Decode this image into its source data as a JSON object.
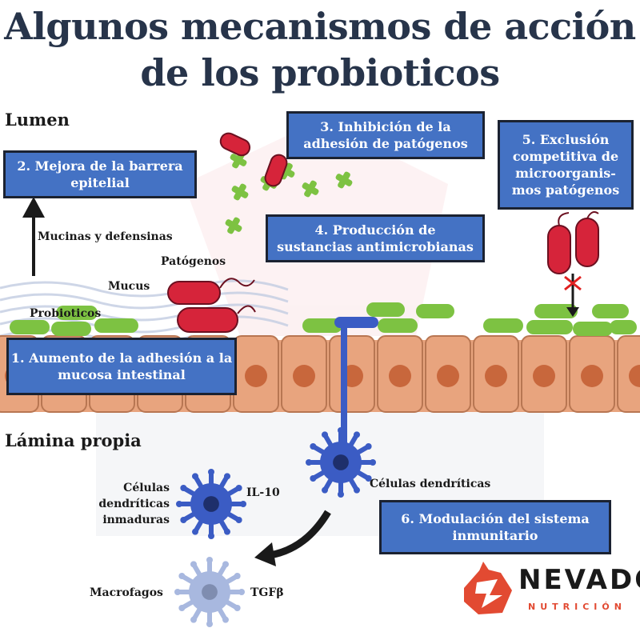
{
  "title": {
    "line1": "Algunos mecanismos de acción",
    "line2": "de los probioticos"
  },
  "regions": {
    "lumen": "Lumen",
    "lamina": "Lámina propia"
  },
  "mechanisms": [
    {
      "line1": "1. Aumento de la adhesión a la",
      "line2": "mucosa intestinal"
    },
    {
      "line1": "2. Mejora de la barrera",
      "line2": "epitelial"
    },
    {
      "line1": "3. Inhibición de la",
      "line2": "adhesión de patógenos"
    },
    {
      "line1": "4. Producción de",
      "line2": "sustancias antimicrobianas"
    },
    {
      "line1": "5. Exclusión",
      "line2": "competitiva de",
      "line3": "microorganis-",
      "line4": "mos patógenos"
    },
    {
      "line1": "6. Modulación del sistema",
      "line2": "inmunitario"
    }
  ],
  "labels": {
    "mucinas": "Mucinas y defensinas",
    "patogenos": "Patógenos",
    "mucus": "Mucus",
    "probioticos": "Probioticos",
    "dendriticas": "Células dendríticas",
    "inmaduras": {
      "line1": "Células",
      "line2": "dendríticas",
      "line3": "inmaduras"
    },
    "il10": "IL-10",
    "macrofagos": "Macrofagos",
    "tgfb": "TGFβ"
  },
  "brand": {
    "name": "NEVADO",
    "sub": "NUTRICIÓN"
  },
  "colors": {
    "title": "#27344a",
    "box_fill": "#4472c4",
    "box_border": "#1b2231",
    "probiotic": "#7dc242",
    "pathogen": "#d6243a",
    "cell": "#e8a47e",
    "nucleus": "#c8673c",
    "dendritic": "#3b5cc4",
    "dendritic_immature": "#3b5cc4",
    "macrophage": "#a8b8df",
    "brand_accent": "#e24a32"
  },
  "icons": [
    "up-arrow-icon",
    "blocked-x-icon",
    "curved-arrow-icon",
    "brand-logo-icon"
  ]
}
